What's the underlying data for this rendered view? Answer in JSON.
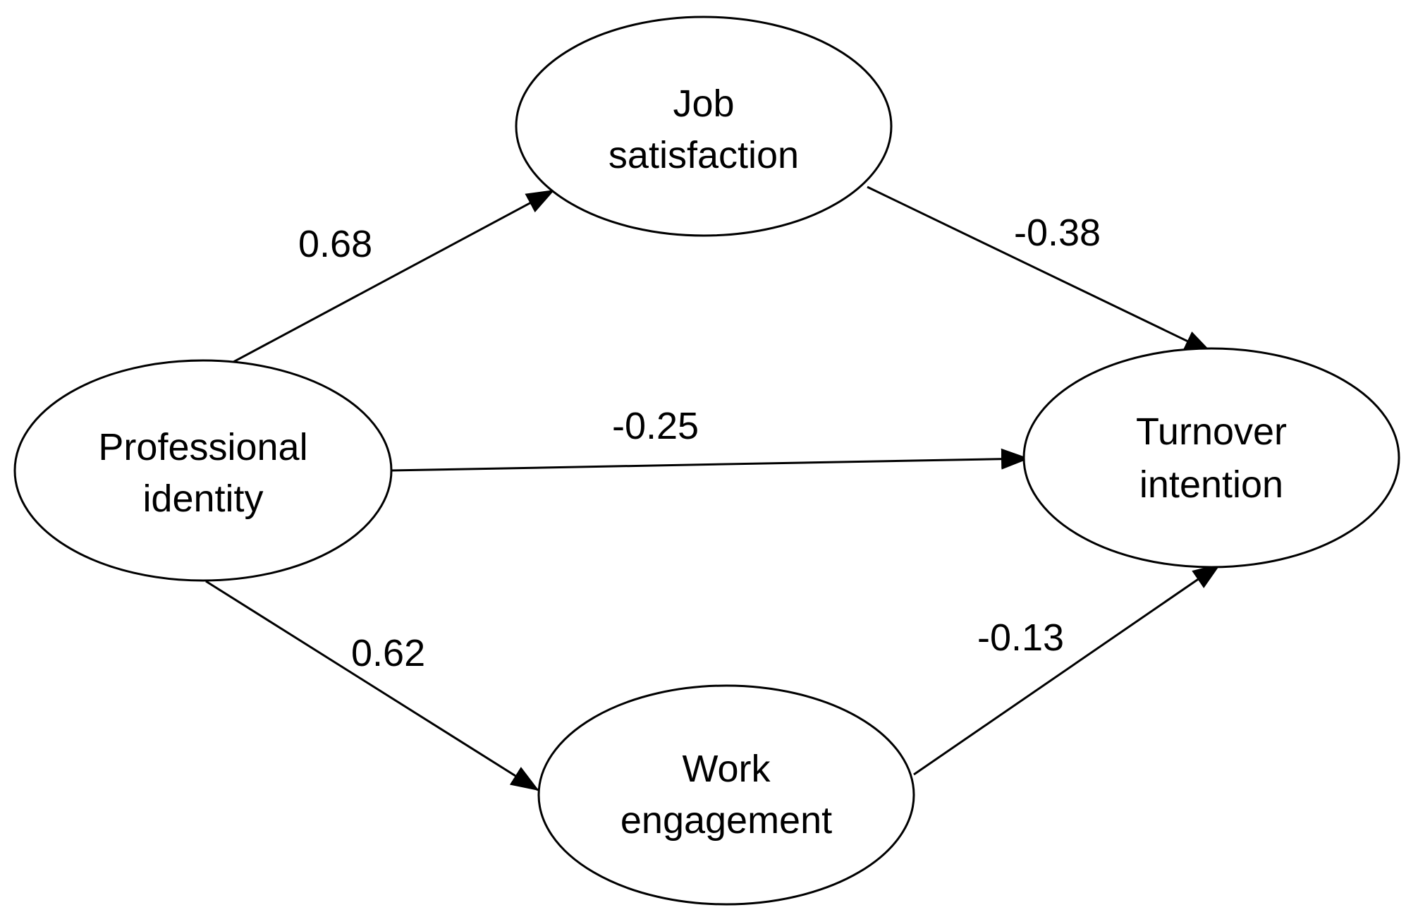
{
  "diagram": {
    "nodes": {
      "professional_identity": {
        "line1": "Professional",
        "line2": "identity"
      },
      "job_satisfaction": {
        "line1": "Job",
        "line2": "satisfaction"
      },
      "work_engagement": {
        "line1": "Work",
        "line2": "engagement"
      },
      "turnover_intention": {
        "line1": "Turnover",
        "line2": "intention"
      }
    },
    "edges": {
      "pi_to_js": {
        "from": "Professional identity",
        "to": "Job satisfaction",
        "label": "0.68"
      },
      "js_to_ti": {
        "from": "Job satisfaction",
        "to": "Turnover intention",
        "label": "-0.38"
      },
      "pi_to_ti": {
        "from": "Professional identity",
        "to": "Turnover intention",
        "label": "-0.25"
      },
      "pi_to_we": {
        "from": "Professional identity",
        "to": "Work engagement",
        "label": "0.62"
      },
      "we_to_ti": {
        "from": "Work engagement",
        "to": "Turnover intention",
        "label": "-0.13"
      }
    }
  }
}
